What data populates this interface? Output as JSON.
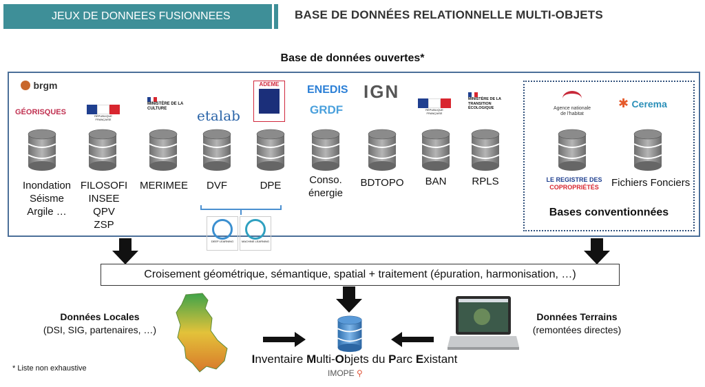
{
  "header": {
    "left_tab": "JEUX DE DONNEES FUSIONNEES",
    "right_title": "BASE DE DONNÉES RELATIONNELLE MULTI-OBJETS"
  },
  "open_data_title": "Base de données ouvertes*",
  "logos": {
    "brgm": "brgm",
    "georisques": "GÉORISQUES",
    "republique": "RÉPUBLIQUE FRANÇAISE",
    "culture": "MINISTÈRE DE LA CULTURE",
    "etalab": "etalab",
    "ademe": "ADEME",
    "enedis": "ENEDIS",
    "grdf": "GRDF",
    "ign": "IGN",
    "transition": "MINISTÈRE DE LA TRANSITION ÉCOLOGIQUE",
    "anah": "Agence nationale de l'habitat",
    "cerema": "Cerema"
  },
  "sources": [
    {
      "label": "Inondation\nSéisme\nArgile …"
    },
    {
      "label": "FILOSOFI\nINSEE\nQPV\nZSP"
    },
    {
      "label": "MERIMEE"
    },
    {
      "label": "DVF"
    },
    {
      "label": "DPE"
    },
    {
      "label": "Conso.\nénergie"
    },
    {
      "label": "BDTOPO"
    },
    {
      "label": "BAN"
    },
    {
      "label": "RPLS"
    }
  ],
  "conventional": {
    "title": "Bases conventionnées",
    "registre_line1": "LE REGISTRE DES",
    "registre_line2": "COPROPRIÉTÉS",
    "fonciers": "Fichiers Fonciers"
  },
  "ml_badges": {
    "deep": "DEEP LEARNING",
    "machine": "MACHINE LEARNING"
  },
  "crossing": "Croisement géométrique, sémantique, spatial + traitement (épuration, harmonisation, …)",
  "local": {
    "title": "Données Locales",
    "sub": "(DSI, SIG, partenaires,  …)"
  },
  "terrain": {
    "title": "Données Terrains",
    "sub": "(remontées directes)"
  },
  "inventory": {
    "I": "I",
    "p1": "nventaire ",
    "M": "M",
    "p2": "ulti-",
    "O": "O",
    "p3": "bjets du ",
    "P": "P",
    "p4": "arc ",
    "E": "E",
    "p5": "xistant"
  },
  "imope": "IMOPE",
  "note": "* Liste non exhaustive",
  "colors": {
    "tab": "#3e8f98",
    "box_border": "#4a6e98",
    "db_gray": "#9a9a9a",
    "db_blue": "#4a8fd0"
  }
}
